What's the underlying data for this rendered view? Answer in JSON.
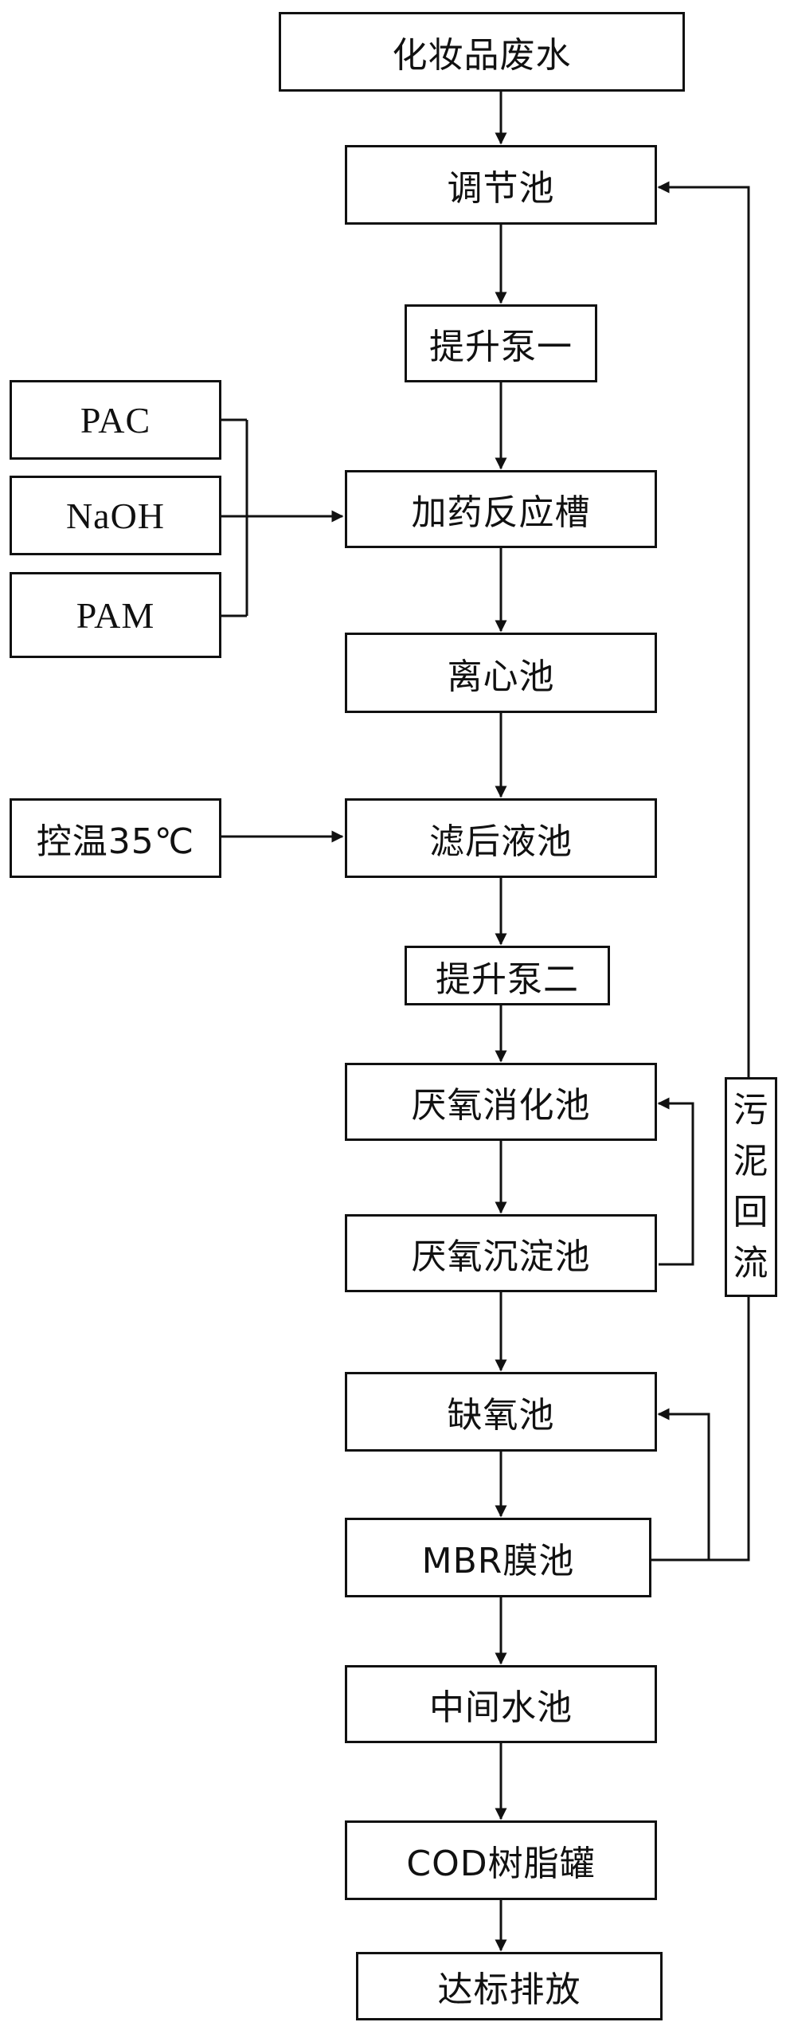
{
  "nodes": {
    "n01": "化妆品废水",
    "n02": "调节池",
    "n03": "提升泵一",
    "n04": "加药反应槽",
    "n05": "离心池",
    "n06": "滤后液池",
    "n07": "提升泵二",
    "n08": "厌氧消化池",
    "n09": "厌氧沉淀池",
    "n10": "缺氧池",
    "n11": "MBR膜池",
    "n12": "中间水池",
    "n13": "COD树脂罐",
    "n14": "达标排放"
  },
  "dosing": {
    "pac": "PAC",
    "naoh": "NaOH",
    "pam": "PAM"
  },
  "temperature": "控温35℃",
  "sludge_return": "污泥回流",
  "colors": {
    "line": "#111111",
    "border": "#111111",
    "background": "#ffffff"
  }
}
